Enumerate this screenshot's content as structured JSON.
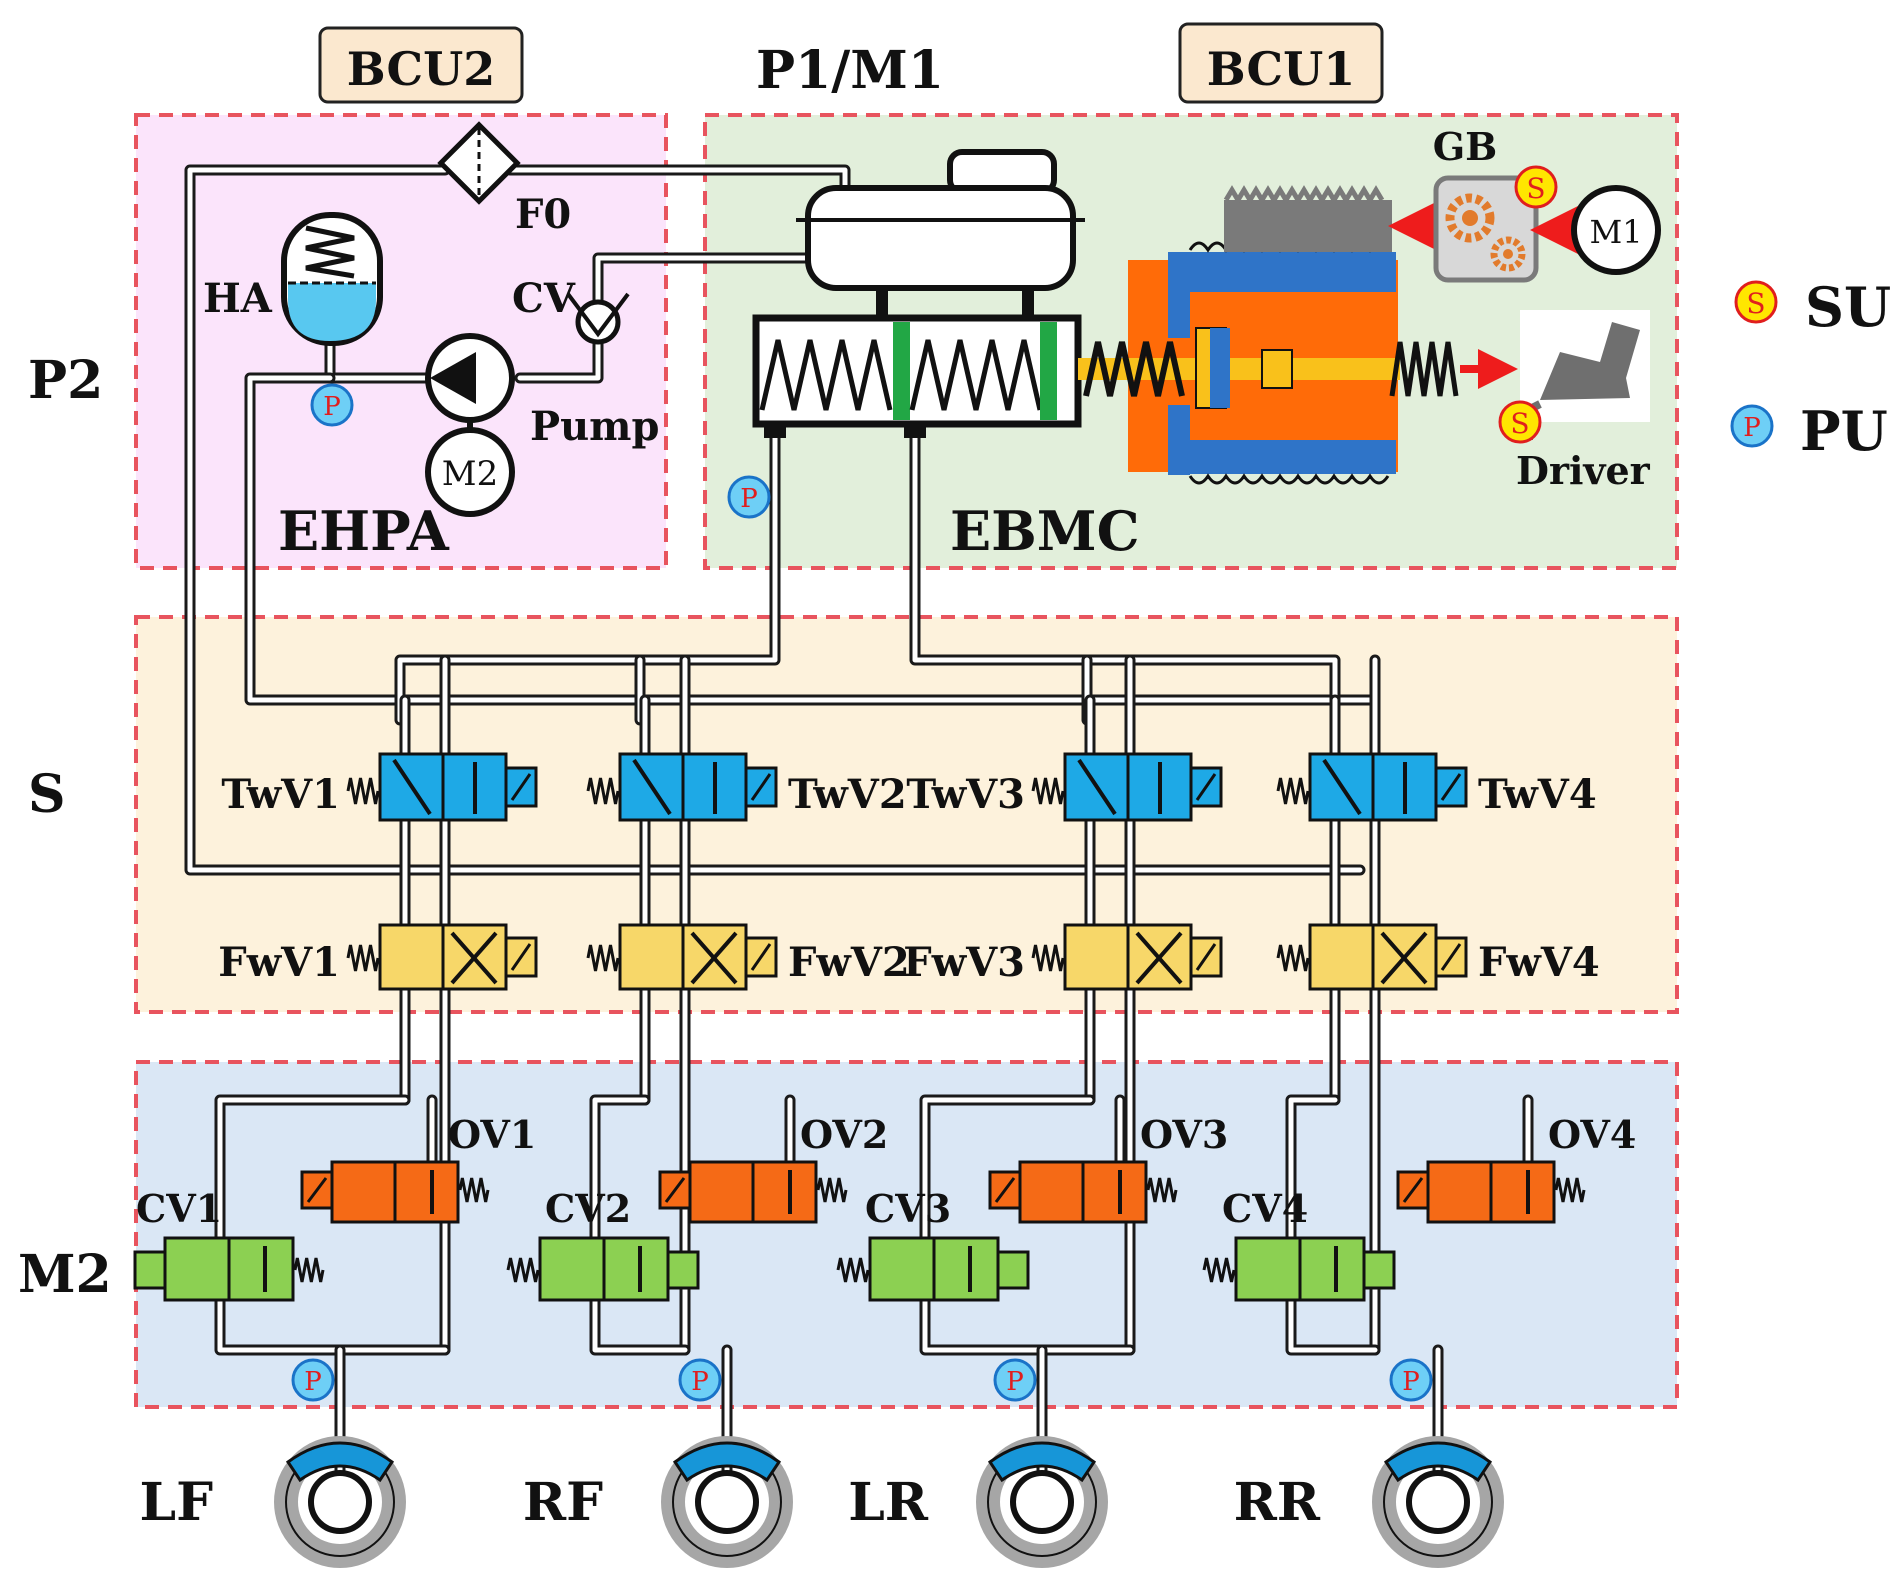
{
  "colors": {
    "zone_p2": "#fbe4fb",
    "zone_p1m1": "#e2efdb",
    "zone_s": "#fdf2dc",
    "zone_m2": "#dae7f5",
    "region_border": "#e8545e",
    "header_box": "#fbe8cf",
    "twv_blue": "#1ea9e6",
    "fwv_yellow": "#f7d769",
    "ov_orange": "#f56a16",
    "cv_green": "#8cd052",
    "ebmc_orange": "#ff6b08",
    "ebmc_blue": "#2f74c8",
    "rod_yellow": "#f9c11b",
    "piston_green": "#22a745",
    "accumulator_blue": "#58c8f0",
    "brake_pad_blue": "#1796d8",
    "disc_grey": "#a6a6a6",
    "su_yellow": "#ffe600",
    "pu_blue": "#6ecff6",
    "arrow_red": "#ee1c1c",
    "gearbox_fill": "#d8d8d8",
    "gear_orange": "#e27b2c"
  },
  "header": {
    "bcu2": "BCU2",
    "p1m1": "P1/M1",
    "bcu1": "BCU1"
  },
  "zones": {
    "p2": "P2",
    "s": "S",
    "m2": "M2"
  },
  "ehpa": {
    "title": "EHPA",
    "accumulator": "HA",
    "filter": "F0",
    "check_valve": "CV",
    "pump": "Pump",
    "motor": "M2"
  },
  "ebmc": {
    "title": "EBMC",
    "gearbox": "GB",
    "motor": "M1",
    "driver": "Driver"
  },
  "legend": {
    "su_symbol": "S",
    "su_label": "SU",
    "pu_symbol": "P",
    "pu_label": "PU"
  },
  "sensor_symbols": {
    "speed": "S",
    "pressure": "P"
  },
  "valves": {
    "twv": [
      "TwV1",
      "TwV2",
      "TwV3",
      "TwV4"
    ],
    "fwv": [
      "FwV1",
      "FwV2",
      "FwV3",
      "FwV4"
    ],
    "ov": [
      "OV1",
      "OV2",
      "OV3",
      "OV4"
    ],
    "cv": [
      "CV1",
      "CV2",
      "CV3",
      "CV4"
    ]
  },
  "wheels": [
    "LF",
    "RF",
    "LR",
    "RR"
  ]
}
